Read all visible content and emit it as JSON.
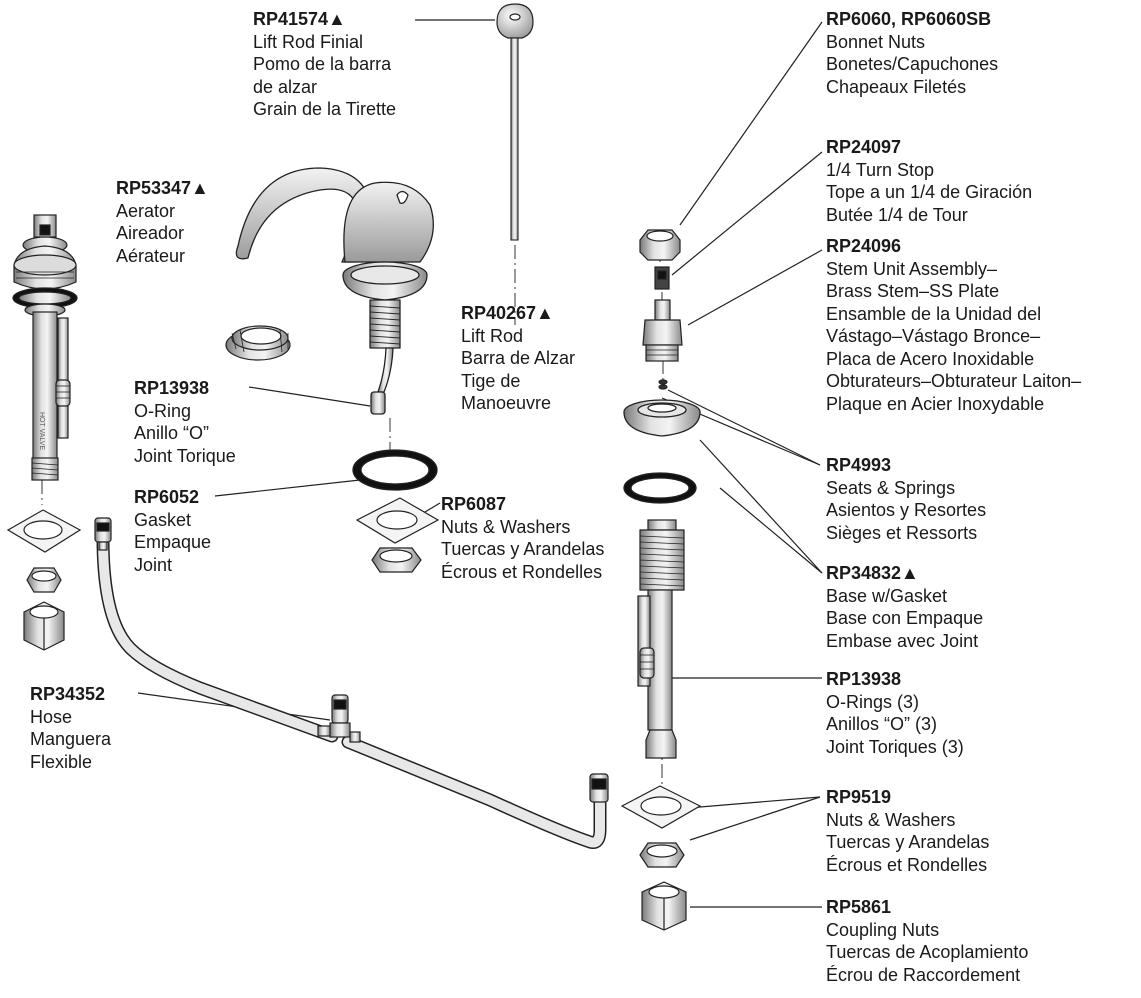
{
  "callouts": {
    "finial": {
      "part": "RP41574▲",
      "lines": [
        "Lift Rod Finial",
        "Pomo de la barra",
        "de alzar",
        "Grain de la Tirette"
      ]
    },
    "aerator": {
      "part": "RP53347▲",
      "lines": [
        "Aerator",
        "Aireador",
        "Aérateur"
      ]
    },
    "lift_rod": {
      "part": "RP40267▲",
      "lines": [
        "Lift Rod",
        "Barra de Alzar",
        "Tige de",
        "Manoeuvre"
      ]
    },
    "oring_spout": {
      "part": "RP13938",
      "lines": [
        "O-Ring",
        "Anillo “O”",
        "Joint Torique"
      ]
    },
    "gasket": {
      "part": "RP6052",
      "lines": [
        "Gasket",
        "Empaque",
        "Joint"
      ]
    },
    "nuts_spout": {
      "part": "RP6087",
      "lines": [
        "Nuts & Washers",
        "Tuercas y Arandelas",
        "Écrous et Rondelles"
      ]
    },
    "hose": {
      "part": "RP34352",
      "lines": [
        "Hose",
        "Manguera",
        "Flexible"
      ]
    },
    "bonnet": {
      "part": "RP6060, RP6060SB",
      "lines": [
        "Bonnet Nuts",
        "Bonetes/Capuchones",
        "Chapeaux Filetés"
      ]
    },
    "turn_stop": {
      "part": "RP24097",
      "lines": [
        "1/4 Turn Stop",
        "Tope a un 1/4 de Giración",
        "Butée 1/4 de Tour"
      ]
    },
    "stem": {
      "part": "RP24096",
      "lines": [
        "Stem Unit Assembly–",
        "Brass Stem–SS Plate",
        "Ensamble de la Unidad del",
        "Vástago–Vástago Bronce–",
        "Placa de Acero Inoxidable",
        "Obturateurs–Obturateur Laiton–",
        "Plaque en Acier Inoxydable"
      ]
    },
    "seats": {
      "part": "RP4993",
      "lines": [
        "Seats & Springs",
        "Asientos y Resortes",
        "Sièges et Ressorts"
      ]
    },
    "base": {
      "part": "RP34832▲",
      "lines": [
        "Base w/Gasket",
        "Base con Empaque",
        "Embase avec Joint"
      ]
    },
    "orings_valve": {
      "part": "RP13938",
      "lines": [
        "O-Rings (3)",
        "Anillos “O” (3)",
        "Joint Toriques (3)"
      ]
    },
    "nuts_valve": {
      "part": "RP9519",
      "lines": [
        "Nuts & Washers",
        "Tuercas y Arandelas",
        "Écrous et Rondelles"
      ]
    },
    "coupling": {
      "part": "RP5861",
      "lines": [
        "Coupling Nuts",
        "Tuercas de Acoplamiento",
        "Écrou de Raccordement"
      ]
    }
  },
  "valve_body_marking": "HOT VALVE"
}
